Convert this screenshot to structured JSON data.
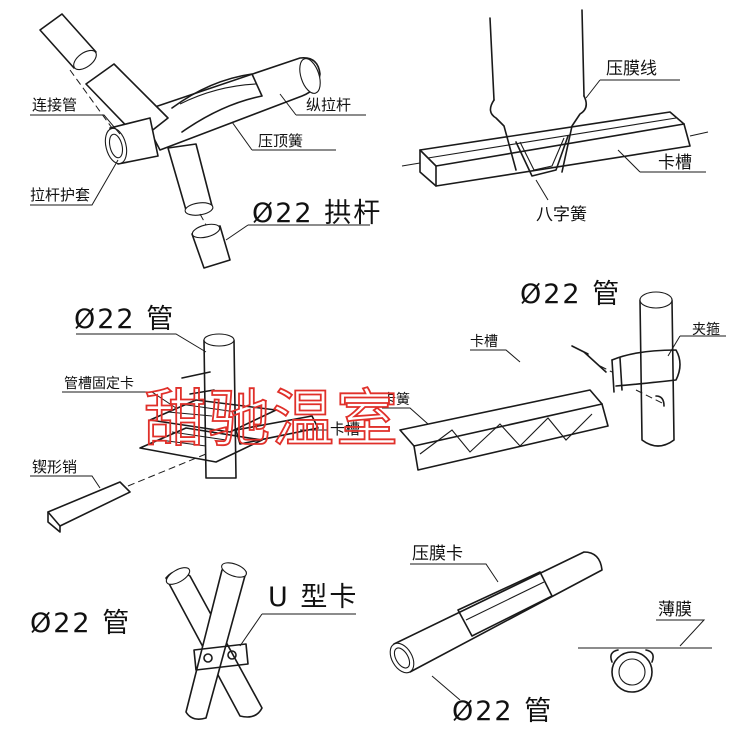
{
  "watermark": "甜驰温室",
  "panels": {
    "connector": {
      "connecting_pipe": "连接管",
      "longitudinal_rod": "纵拉杆",
      "top_spring": "压顶簧",
      "rod_sleeve": "拉杆护套",
      "arch_pipe": "Ø22 拱杆"
    },
    "rail_spring": {
      "film_wire": "压膜线",
      "rail": "卡槽",
      "zigzag_spring": "八字簧"
    },
    "rail_fixing": {
      "pipe": "Ø22 管",
      "rail_clip": "管槽固定卡",
      "rail": "卡槽",
      "wedge_pin": "锲形销"
    },
    "clamp": {
      "pipe": "Ø22 管",
      "rail": "卡槽",
      "hoop": "夹箍",
      "rail_side": "卡簧"
    },
    "u_clip": {
      "pipe": "Ø22 管",
      "u_clip": "U 型卡"
    },
    "film_clip": {
      "film_clip": "压膜卡",
      "film": "薄膜",
      "pipe": "Ø22 管"
    }
  }
}
